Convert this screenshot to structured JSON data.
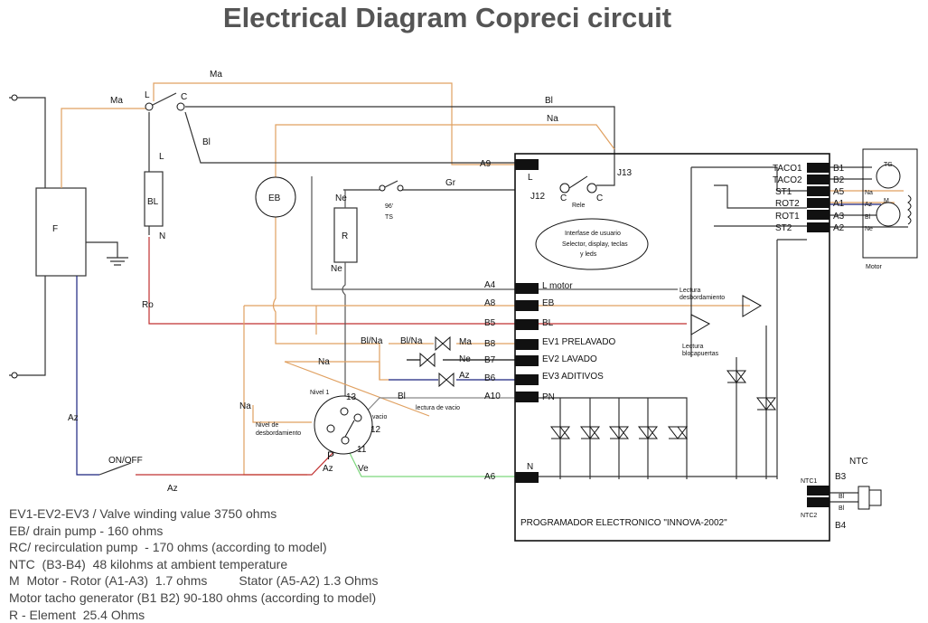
{
  "title": "Electrical Diagram   Copreci circuit",
  "colors": {
    "orange": "#e0a060",
    "red": "#c03030",
    "blue": "#1a237e",
    "green": "#7cd67c",
    "gray": "#888888",
    "black": "#111111"
  },
  "wires": {
    "ma_top": "Ma",
    "ma_left": "Ma",
    "bl_top": "Bl",
    "na_top": "Na",
    "bl_switch": "Bl",
    "gr": "Gr",
    "ne_r_top": "Ne",
    "ne_r_bottom": "Ne",
    "ro": "Ro",
    "az_left": "Az",
    "az_bottom": "Az",
    "na_left": "Na",
    "na_mid": "Na",
    "blna1": "Bl/Na",
    "blna2": "Bl/Na",
    "ma_valve": "Ma",
    "ne_valve": "Ne",
    "az_valve": "Az",
    "bl_vacio": "Bl",
    "az_p": "Az",
    "ve_p": "Ve"
  },
  "components": {
    "f": "F",
    "bl": "BL",
    "l_sw": "L",
    "c_sw": "C",
    "l": "L",
    "n": "N",
    "eb": "EB",
    "r": "R",
    "ts_temp": "96'",
    "ts": "TS",
    "on_off": "ON/OFF",
    "nivel1": "Nivel 1",
    "nivel_desb1": "Nivel de",
    "nivel_desb2": "desbordamiento",
    "ps_13": "13",
    "ps_12": "12",
    "ps_11": "11",
    "ps_p": "P",
    "vacio": "vacio",
    "lectura_vacio": "lectura de vacio",
    "motor": "Motor",
    "tg": "TG",
    "m": "M",
    "ntc": "NTC",
    "b3": "B3",
    "b4": "B4",
    "ntc_bl1": "Bl",
    "ntc_bl2": "Bl"
  },
  "terminals_left": [
    {
      "pin": "A9",
      "label": "L"
    },
    {
      "pin": "A4",
      "label": "L  motor"
    },
    {
      "pin": "A8",
      "label": "EB"
    },
    {
      "pin": "B5",
      "label": "BL"
    },
    {
      "pin": "B8",
      "label": "EV1  PRELAVADO"
    },
    {
      "pin": "B7",
      "label": "EV2  LAVADO"
    },
    {
      "pin": "B6",
      "label": "EV3  ADITIVOS"
    },
    {
      "pin": "A10",
      "label": "PN"
    },
    {
      "pin": "A6",
      "label": "N"
    }
  ],
  "terminals_right": [
    {
      "label": "TACO1",
      "pin": "B1",
      "wire": ""
    },
    {
      "label": "TACO2",
      "pin": "B2",
      "wire": ""
    },
    {
      "label": "ST1",
      "pin": "A5",
      "wire": "Na"
    },
    {
      "label": "ROT2",
      "pin": "A1",
      "wire": "Az"
    },
    {
      "label": "ROT1",
      "pin": "A3",
      "wire": "Bl"
    },
    {
      "label": "ST2",
      "pin": "A2",
      "wire": "Ne"
    }
  ],
  "board": {
    "j12": "J12",
    "j13": "J13",
    "c1": "C",
    "c2": "C",
    "rele": "Rele",
    "ui_line1": "Interfase de usuario",
    "ui_line2": "Selector, display, teclas",
    "ui_line3": "y leds",
    "lectura_desb1": "Lectura",
    "lectura_desb2": "desbordamiento",
    "lectura_bloc1": "Lectura",
    "lectura_bloc2": "blocapuertas",
    "ntc1": "NTC1",
    "ntc2": "NTC2",
    "name": "PROGRAMADOR ELECTRONICO  \"INNOVA-2002\""
  },
  "notes": [
    "EV1-EV2-EV3 / Valve winding value 3750 ohms",
    "EB/ drain pump - 160 ohms",
    "RC/ recirculation pump  - 170 ohms (according to model)",
    "NTC  (B3-B4)  48 kilohms at ambient temperature",
    "M  Motor - Rotor (A1-A3)  1.7 ohms         Stator (A5-A2) 1.3 Ohms",
    "Motor tacho generator (B1 B2) 90-180 ohms (according to model)",
    "R - Element  25.4 Ohms"
  ]
}
